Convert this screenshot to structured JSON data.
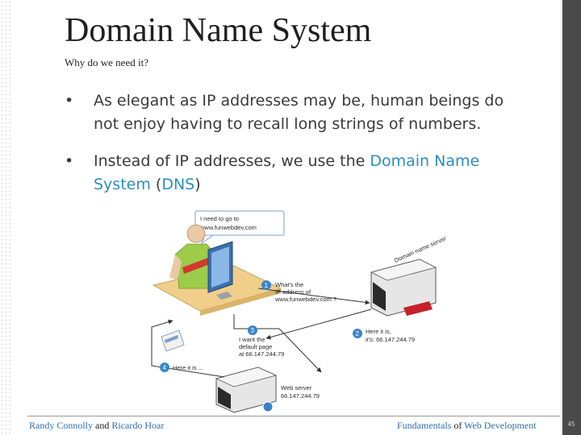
{
  "slide": {
    "title": "Domain Name System",
    "subtitle": "Why do we need it?",
    "bullets": [
      {
        "marker": "•",
        "text": "As elegant as IP addresses may be, human beings do not enjoy having to recall long strings of numbers."
      },
      {
        "marker": "•",
        "text_before": "Instead of IP addresses, we use the ",
        "highlight_1": "Domain Name System",
        "text_mid": " (",
        "highlight_2": "DNS",
        "text_after": ")"
      }
    ]
  },
  "diagram": {
    "speech_bubble_line1": "I need to go to",
    "speech_bubble_line2": "www.funwebdev.com",
    "dns_server_label": "Domain name server",
    "step1_number": "1",
    "step1_line1": "What's the",
    "step1_line2": "IP address of",
    "step1_line3": "www.funwebdev.com ?",
    "step2_number": "2",
    "step2_line1": "Here it is,",
    "step2_line2": "it's: 66.147.244.79",
    "step3_number": "3",
    "step3_line1": "I want the",
    "step3_line2": "default page",
    "step3_line3": "at 66.147.244.79",
    "step4_number": "4",
    "step4_line1": "Here it is ...",
    "web_server_line1": "Web server",
    "web_server_line2": "66.147.244.79"
  },
  "footer": {
    "authors_1": "Randy Connolly",
    "authors_and": " and ",
    "authors_2": "Ricardo Hoar",
    "book_1": "Fundamentals",
    "book_of": " of ",
    "book_2": "Web Development",
    "page_number": "45"
  },
  "colors": {
    "accent": "#2a8fbd",
    "footer_accent": "#2a6fb0",
    "arrow": "#333333",
    "step_badge": "#3a86c8"
  }
}
